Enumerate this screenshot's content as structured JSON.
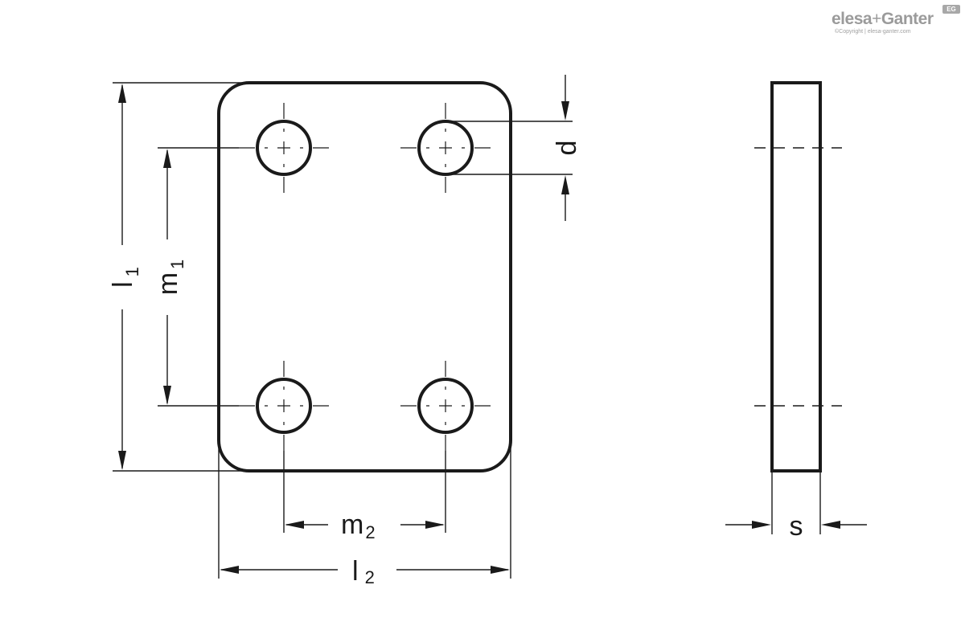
{
  "logo": {
    "brand_left": "elesa",
    "brand_plus": "+",
    "brand_right": "Ganter",
    "badge": "EG",
    "copyright": "©Copyright | elesa-ganter.com"
  },
  "dimensions": {
    "l1": {
      "main": "l",
      "sub": "1"
    },
    "m1": {
      "main": "m",
      "sub": "1"
    },
    "m2": {
      "main": "m",
      "sub": "2"
    },
    "l2": {
      "main": "l",
      "sub": "2"
    },
    "d": {
      "main": "d"
    },
    "s": {
      "main": "s"
    }
  }
}
